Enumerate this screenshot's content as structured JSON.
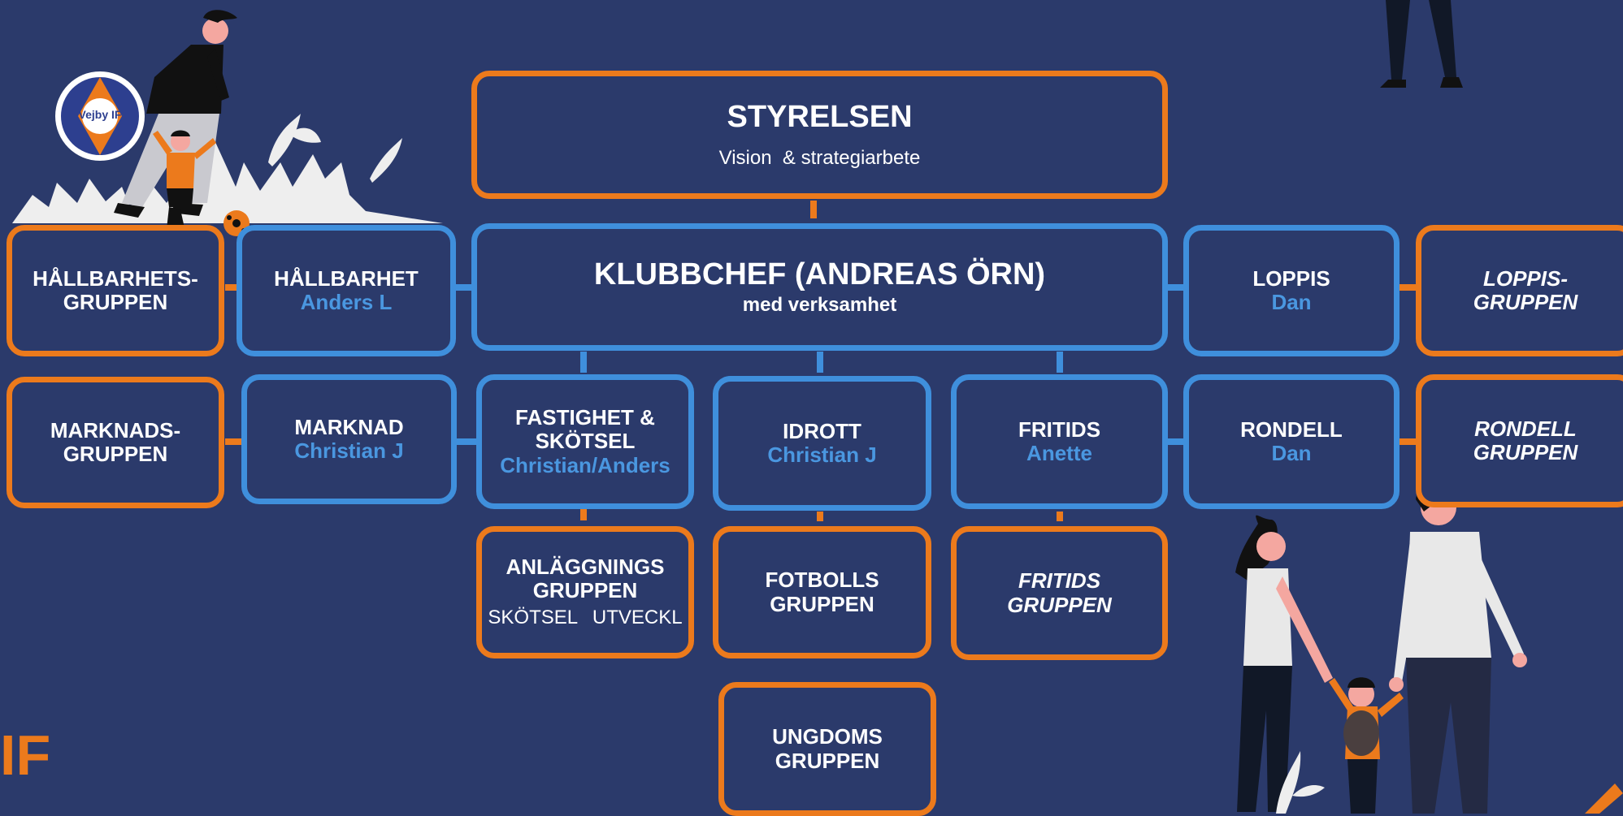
{
  "logo": {
    "text": "Vejby IF"
  },
  "corner_text": "IF",
  "styrelsen": {
    "title": "STYRELSEN",
    "subtitle": "Vision  & strategiarbete"
  },
  "klubbchef": {
    "title": "KLUBBCHEF (ANDREAS ÖRN)",
    "subtitle": "med verksamhet"
  },
  "boxes": {
    "hallbarhets_gruppen": {
      "l1": "HÅLLBARHETS-",
      "l2": "GRUPPEN"
    },
    "hallbarhet": {
      "title": "HÅLLBARHET",
      "name": "Anders L"
    },
    "loppis": {
      "title": "LOPPIS",
      "name": "Dan"
    },
    "loppis_gruppen": {
      "l1": "LOPPIS-",
      "l2": "GRUPPEN"
    },
    "marknads_gruppen": {
      "l1": "MARKNADS-",
      "l2": "GRUPPEN"
    },
    "marknad": {
      "title": "MARKNAD",
      "name": "Christian J"
    },
    "fastighet": {
      "l1": "FASTIGHET &",
      "l2": "SKÖTSEL",
      "name": "Christian/Anders"
    },
    "idrott": {
      "title": "IDROTT",
      "name": "Christian J"
    },
    "fritids": {
      "title": "FRITIDS",
      "name": "Anette"
    },
    "rondell": {
      "title": "RONDELL",
      "name": "Dan"
    },
    "rondell_gruppen": {
      "l1": "RONDELL",
      "l2": "GRUPPEN"
    },
    "anlaggnings": {
      "l1": "ANLÄGGNINGS",
      "l2": "GRUPPEN",
      "tag1": "SKÖTSEL",
      "tag2": "UTVECKL"
    },
    "fotbolls": {
      "l1": "FOTBOLLS",
      "l2": "GRUPPEN"
    },
    "fritids_gruppen": {
      "l1": "FRITIDS",
      "l2": "GRUPPEN"
    },
    "ungdoms": {
      "l1": "UNGDOMS",
      "l2": "GRUPPEN"
    }
  },
  "colors": {
    "background": "#2b3a6b",
    "orange": "#ec7a1c",
    "blue": "#3f8fdc",
    "white": "#ffffff"
  }
}
